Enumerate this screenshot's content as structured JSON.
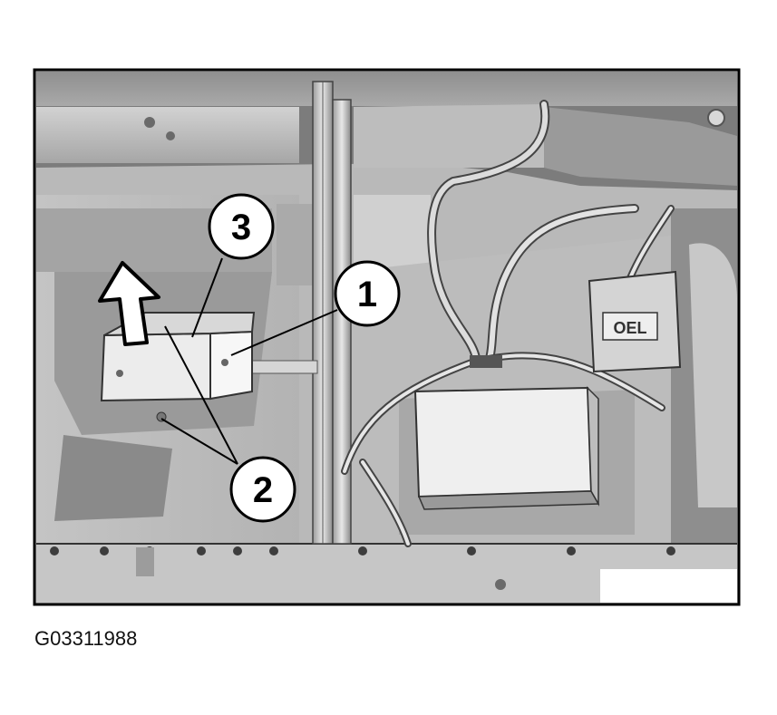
{
  "figure": {
    "callouts": [
      {
        "label": "1"
      },
      {
        "label": "2"
      },
      {
        "label": "3"
      }
    ],
    "module_label": "OEL",
    "caption": "G03311988"
  }
}
